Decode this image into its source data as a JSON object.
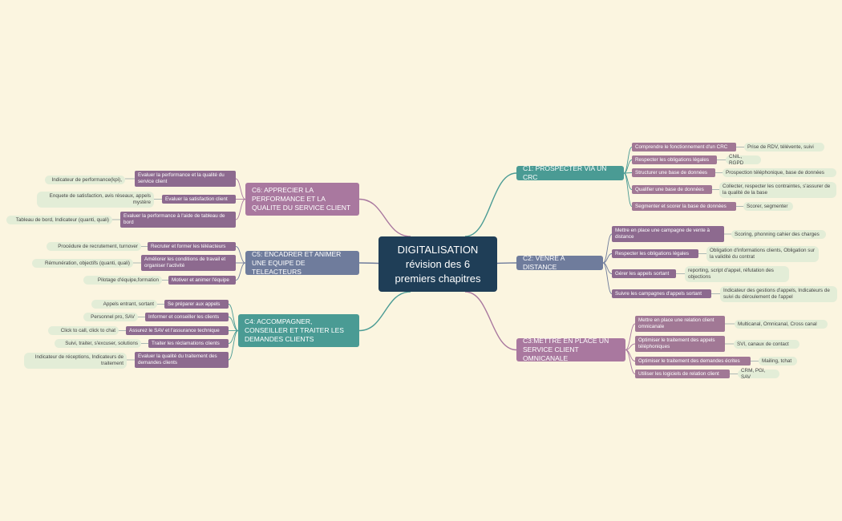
{
  "central": {
    "title": "DIGITALISATION révision des 6 premiers chapitres"
  },
  "colors": {
    "background": "#fbf5e0",
    "central": "#1f3e57",
    "teal": "#4a9b94",
    "slate": "#6f7c9c",
    "mauve": "#a9789f",
    "leaf_bg": "#d0e6d0"
  },
  "branches": [
    {
      "id": "c1",
      "label": "C1: PROSPECTER VIA UN CRC",
      "side": "right",
      "color": "teal",
      "items": [
        {
          "label": "Comprendre le fonctionnement d'un CRC",
          "leaf": "Prise de RDV, télévente, suivi"
        },
        {
          "label": "Respecter les obligations légales",
          "leaf": "CNIL, RGPD"
        },
        {
          "label": "Structurer une base de données",
          "leaf": "Prospection téléphonique, base de données"
        },
        {
          "label": "Qualifier une base de données",
          "leaf": "Collecter, respecter les contraintes, s'assurer de la qualité de la base"
        },
        {
          "label": "Segmenter et scorer la base de données",
          "leaf": "Scorer, segmenter"
        }
      ]
    },
    {
      "id": "c2",
      "label": "C2: VENRE A DISTANCE",
      "side": "right",
      "color": "slate",
      "items": [
        {
          "label": "Mettre en place une campagne de vente à distance",
          "leaf": "Scoring, phonning cahier des charges"
        },
        {
          "label": "Respecter les obligations légales",
          "leaf": "Obligation d'informations clients, Obligation sur la validité du contrat"
        },
        {
          "label": "Gérer les appels sortant",
          "leaf": "reporting, script d'appel, réfutation des objections"
        },
        {
          "label": "Suivre les campagnes d'appels sortant",
          "leaf": "Indicateur des gestions d'appels, Indicateurs de suivi du déroulement de l'appel"
        }
      ]
    },
    {
      "id": "c3",
      "label": "C3:METTRE EN PLACE UN SERVICE CLIENT OMNICANALE",
      "side": "right",
      "color": "mauve",
      "items": [
        {
          "label": "Mettre en place une relation client omnicanale",
          "leaf": "Multicanal, Omnicanal, Cross canal"
        },
        {
          "label": "Optimiser le traitement des appels téléphoniques",
          "leaf": "SVI, canaux de contact"
        },
        {
          "label": "Optimiser le traitement des demandes écrites",
          "leaf": "Mailing, tchat"
        },
        {
          "label": "Utiliser les logiciels de relation client",
          "leaf": "CRM, PGI, SAV"
        }
      ]
    },
    {
      "id": "c6",
      "label": "C6: APPRECIER LA PERFORMANCE ET LA QUALITE DU SERVICE CLIENT",
      "side": "left",
      "color": "mauve",
      "items": [
        {
          "label": "Evaluer la performance et la qualité du service client",
          "leaf": "Indicateur de performance(kpi),"
        },
        {
          "label": "Evaluer la satisfaction client",
          "leaf": "Enquete de satisfaction, avis réseaux, appels mystère"
        },
        {
          "label": "Evaluer la performance à l'aide de tableau de bord",
          "leaf": "Tableau de bord, Indicateur (quanti, quali)"
        }
      ]
    },
    {
      "id": "c5",
      "label": "C5: ENCADRER ET ANIMER UNE EQUIPE DE TELEACTEURS",
      "side": "left",
      "color": "slate",
      "items": [
        {
          "label": "Recruter et former les téléacteurs",
          "leaf": "Procédure de recrutement, turnover"
        },
        {
          "label": "Améliorer les conditions de travail et organiser l'activité",
          "leaf": "Rémunération, objectifs (quanti, quali)"
        },
        {
          "label": "Motiver et animer l'équipe",
          "leaf": "Pilotage d'équipe,formation"
        }
      ]
    },
    {
      "id": "c4",
      "label": "C4: ACCOMPAGNER, CONSEILLER ET TRAITER LES DEMANDES CLIENTS",
      "side": "left",
      "color": "teal",
      "items": [
        {
          "label": "Se préparer aux appels",
          "leaf": "Appels entrant, sortant"
        },
        {
          "label": "Informer et conseiller les clients",
          "leaf": "Personnel pro, SAV"
        },
        {
          "label": "Assurez le SAV et l'assurance technique",
          "leaf": "Click to call, click to chat"
        },
        {
          "label": "Traiter les réclamations clients",
          "leaf": "Suivi, traiter, s'excuser, solutions"
        },
        {
          "label": "Evaluer la qualité du traitement des demandes clients",
          "leaf": "Indicateur de réceptions, Indicateurs de traitement"
        }
      ]
    }
  ]
}
